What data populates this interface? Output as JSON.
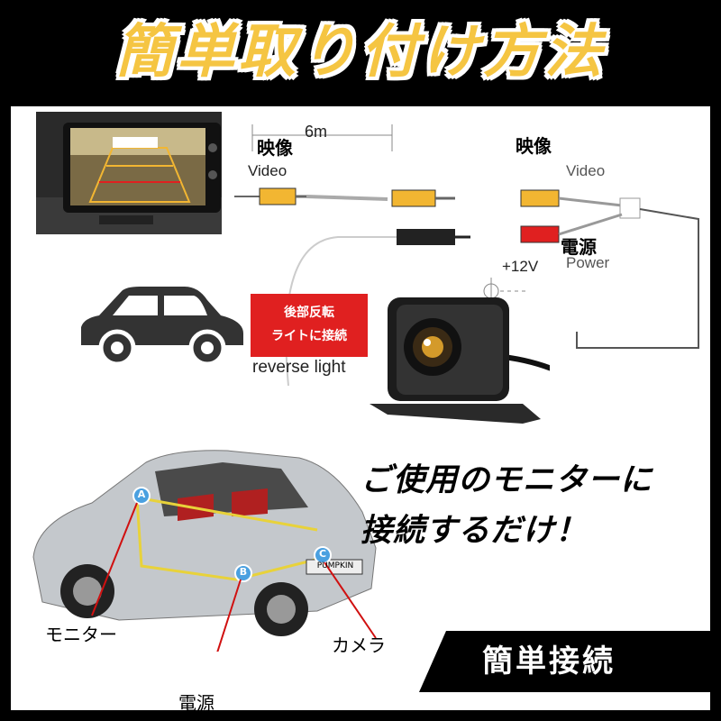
{
  "title": "簡単取り付け方法",
  "diagram": {
    "length_label": "6m",
    "video_jp_left": "映像",
    "video_en_left": "Video",
    "video_jp_right": "映像",
    "video_en_right": "Video",
    "power_jp": "電源",
    "power_en": "Power",
    "voltage": "+12V",
    "reverse_jp_line1": "後部反転",
    "reverse_jp_line2": "ライトに接続",
    "reverse_en": "reverse light"
  },
  "headline": {
    "line1": "ご使用のモニターに",
    "line2": "接続するだけ！"
  },
  "car_labels": {
    "monitor": "モニター",
    "power": "電源",
    "camera": "カメラ",
    "point_a": "A",
    "point_b": "B",
    "point_c": "C",
    "plate": "PUMPKIN"
  },
  "banner": "簡単接続",
  "colors": {
    "title": "#f5c542",
    "accent_red": "#e02020",
    "connector_yellow": "#f2b632"
  }
}
